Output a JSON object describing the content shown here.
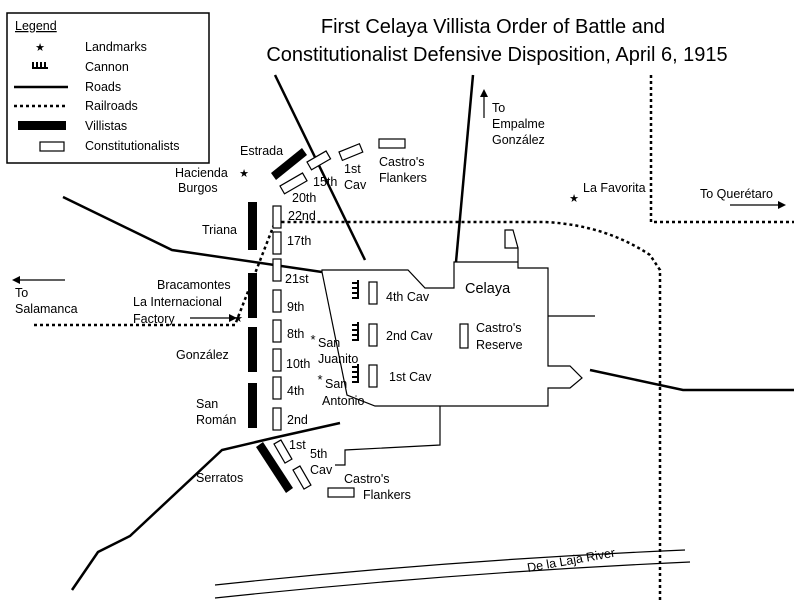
{
  "title": {
    "line1": "First Celaya Villista Order of Battle and",
    "line2": "Constitutionalist Defensive Disposition, April 6, 1915"
  },
  "legend": {
    "heading": "Legend",
    "items": [
      {
        "label": "Landmarks",
        "icon": "star-icon"
      },
      {
        "label": "Cannon",
        "icon": "cannon-icon"
      },
      {
        "label": "Roads",
        "icon": "road-line"
      },
      {
        "label": "Railroads",
        "icon": "railroad-line"
      },
      {
        "label": "Villistas",
        "icon": "black-bar"
      },
      {
        "label": "Constitutionalists",
        "icon": "white-bar"
      }
    ]
  },
  "places": {
    "estrada": "Estrada",
    "hacienda_1": "Hacienda",
    "hacienda_2": "Burgos",
    "triana": "Triana",
    "bracamontes": "Bracamontes",
    "factory_1": "La Internacional",
    "factory_2": "Factory",
    "gonzalez": "González",
    "sanroman_1": "San",
    "sanroman_2": "Román",
    "serratos": "Serratos",
    "celaya": "Celaya",
    "la_favorita": "La Favorita",
    "to_queretaro": "To Querétaro",
    "to_salamanca_1": "To",
    "to_salamanca_2": "Salamanca",
    "to_empalme_1": "To",
    "to_empalme_2": "Empalme",
    "to_empalme_3": "González",
    "river": "De la Laja River",
    "san_juanito_1": "San",
    "san_juanito_2": "Juanito",
    "san_antonio_1": "San",
    "san_antonio_2": "Antonio"
  },
  "units": {
    "u15th": "15th",
    "u1stcav_1": "1st",
    "u1stcav_2": "Cav",
    "castro_flank_n_1": "Castro's",
    "castro_flank_n_2": "Flankers",
    "u20th": "20th",
    "u22nd": "22nd",
    "u17th": "17th",
    "u21st": "21st",
    "u9th": "9th",
    "u8th": "8th",
    "u10th": "10th",
    "u4th": "4th",
    "u2nd": "2nd",
    "u1st": "1st",
    "u5thcav_1": "5th",
    "u5thcav_2": "Cav",
    "u4thcav": "4th Cav",
    "u2ndcav": "2nd Cav",
    "u1stcav_town": "1st Cav",
    "castro_reserve_1": "Castro's",
    "castro_reserve_2": "Reserve",
    "castro_flank_s_1": "Castro's",
    "castro_flank_s_2": "Flankers"
  }
}
